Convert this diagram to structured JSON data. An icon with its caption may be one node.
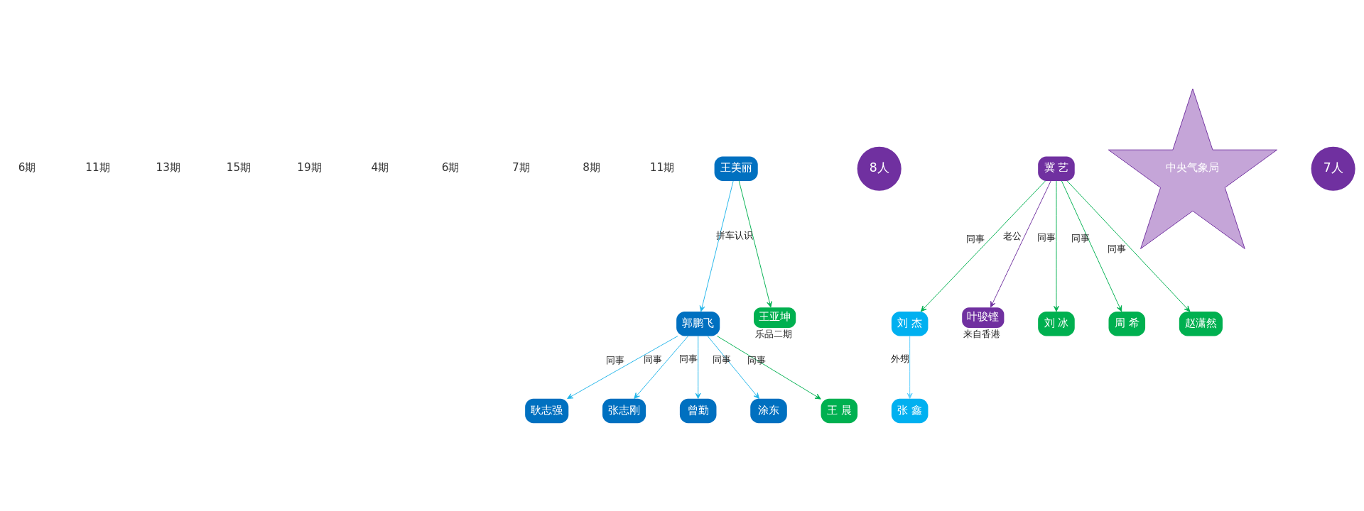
{
  "diagram": {
    "nodes": [
      {
        "text": [
          "王美丽"
        ]
      },
      {
        "text": [
          "郭鹏飞"
        ]
      },
      {
        "text": [
          "耿志强"
        ]
      },
      {
        "text": [
          "张志刚"
        ]
      },
      {
        "text": [
          "曾勤"
        ]
      },
      {
        "text": [
          "涂东"
        ]
      },
      {
        "text": [
          "王亚坤"
        ],
        "beside": [
          "乐品二期"
        ]
      },
      {
        "text": [
          "王 晨"
        ]
      },
      {
        "text": [
          "8人"
        ]
      },
      {
        "text": [
          "冀 艺"
        ]
      },
      {
        "text": [
          "刘 杰"
        ]
      },
      {
        "text": [
          "张 鑫"
        ]
      },
      {
        "text": [
          "叶骏铿"
        ],
        "beside": [
          "来自香港"
        ]
      },
      {
        "text": [
          "中央气象局"
        ]
      },
      {
        "text": [
          "刘 冰"
        ]
      },
      {
        "text": [
          "周 希"
        ]
      },
      {
        "text": [
          "赵潇然"
        ]
      },
      {
        "text": [
          "7人"
        ]
      }
    ],
    "edges": [
      {
        "from": 0,
        "to": 1,
        "arrow": "to",
        "color": "#1fb5ea"
      },
      {
        "from": 0,
        "to": 6,
        "arrow": "to",
        "label": "拼车认识"
      },
      {
        "from": 1,
        "to": 2,
        "arrow": "to",
        "label": "同事",
        "color": "#1fb5ea"
      },
      {
        "from": 1,
        "to": 3,
        "arrow": "to",
        "label": "同事",
        "color": "#1fb5ea"
      },
      {
        "from": 1,
        "to": 4,
        "arrow": "to",
        "label": "同事",
        "color": "#1fb5ea"
      },
      {
        "from": 1,
        "to": 5,
        "arrow": "to",
        "label": "同事",
        "color": "#1fb5ea"
      },
      {
        "from": 1,
        "to": 7,
        "arrow": "to",
        "label": "同事"
      },
      {
        "from": 9,
        "to": 10,
        "arrow": "to",
        "label": "同事"
      },
      {
        "from": 9,
        "to": 12,
        "arrow": "to",
        "label": "老公",
        "color": "#7030a0"
      },
      {
        "from": 10,
        "to": 11,
        "arrow": "to",
        "label": "外甥",
        "color": "#5bcfff"
      },
      {
        "from": 9,
        "to": 16,
        "arrow": "to",
        "label": "同事"
      },
      {
        "from": 9,
        "to": 14,
        "arrow": "to",
        "label": "同事"
      },
      {
        "from": 9,
        "to": 15,
        "arrow": "to",
        "label": "同事"
      }
    ],
    "labels": [
      "6期",
      "11期",
      "13期",
      "15期",
      "19期",
      "4期",
      "6期",
      "7期",
      "8期",
      "11期"
    ]
  }
}
